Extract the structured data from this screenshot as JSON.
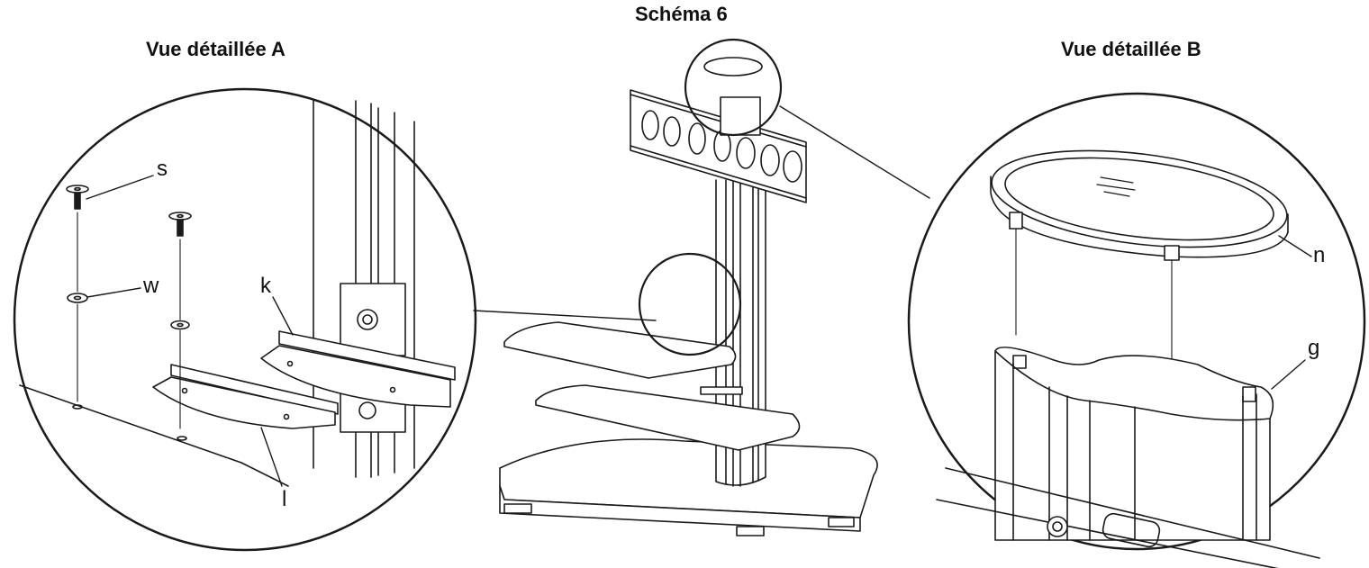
{
  "header": {
    "title": "Schéma 6",
    "detail_a_title": "Vue détaillée A",
    "detail_b_title": "Vue détaillée B"
  },
  "detail_a": {
    "labels": {
      "s": "s",
      "w": "w",
      "k": "k",
      "l": "l"
    }
  },
  "detail_b": {
    "labels": {
      "n": "n",
      "g": "g"
    }
  },
  "colors": {
    "line": "#1a1a1a",
    "background": "#ffffff"
  }
}
